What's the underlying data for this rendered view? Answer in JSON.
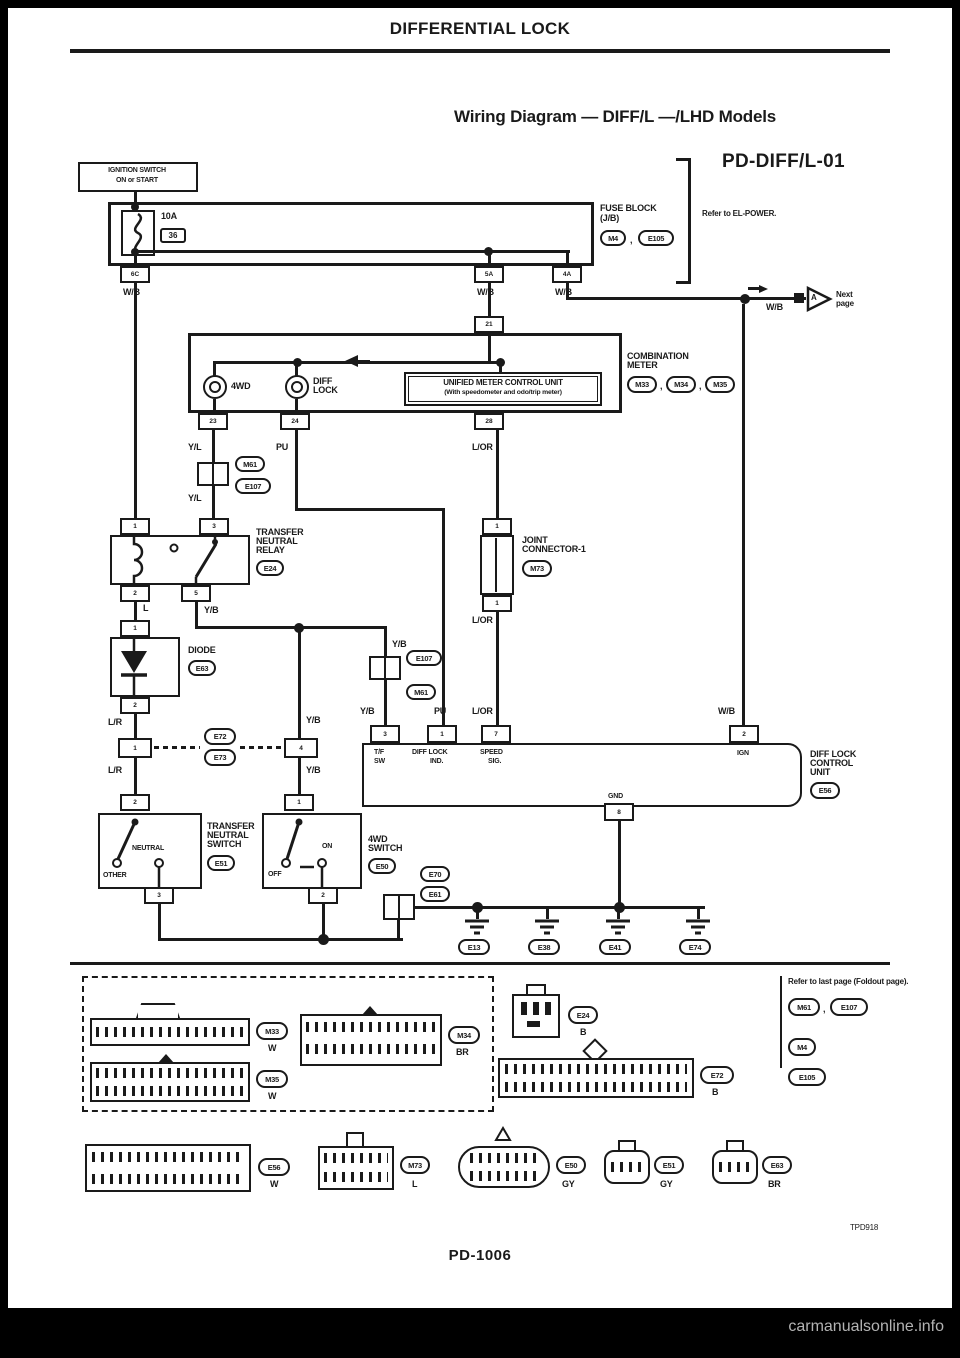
{
  "colors": {
    "ink": "#1a1a1a",
    "paper": "#ffffff",
    "surround": "#000000"
  },
  "sep": ",",
  "header": {
    "title": "DIFFERENTIAL LOCK",
    "subtitle": "Wiring Diagram — DIFF/L —/LHD Models",
    "diagram_id": "PD-DIFF/L-01"
  },
  "footer": {
    "page_number": "PD-1006",
    "figure_code": "TPD918",
    "watermark": "carmanualsonline.info"
  },
  "wires": {
    "wb": "W/B",
    "yl": "Y/L",
    "pu": "PU",
    "lor": "L/OR",
    "yb": "Y/B",
    "l": "L",
    "lr": "L/R"
  },
  "ignition": {
    "line1": "IGNITION SWITCH",
    "line2": "ON or START"
  },
  "fuse_block": {
    "name1": "FUSE BLOCK",
    "name2": "(J/B)",
    "rating": "10A",
    "fuse_no": "36",
    "conn_a": "M4",
    "conn_b": "E105",
    "refer": "Refer to EL-POWER.",
    "term_left": "6C",
    "term_mid": "5A",
    "term_right": "4A"
  },
  "next_page": {
    "letter": "A",
    "line1": "Next",
    "line2": "page"
  },
  "meter": {
    "name1": "COMBINATION",
    "name2": "METER",
    "conn_a": "M33",
    "conn_b": "M34",
    "conn_c": "M35",
    "lamp1": "4WD",
    "lamp2a": "DIFF",
    "lamp2b": "LOCK",
    "unified1": "UNIFIED METER CONTROL UNIT",
    "unified2": "(With speedometer and odo/trip meter)",
    "pin_top": "21",
    "pin_lamp1": "23",
    "pin_lamp2": "24",
    "pin_unified": "28"
  },
  "inline_a": {
    "top": "M61",
    "bottom": "E107"
  },
  "inline_b": {
    "top": "E107",
    "bottom": "M61"
  },
  "inline_c": {
    "top": "E70",
    "bottom": "E61"
  },
  "relay": {
    "name1": "TRANSFER",
    "name2": "NEUTRAL",
    "name3": "RELAY",
    "conn": "E24",
    "pin_tl": "1",
    "pin_tr": "3",
    "pin_bl": "2",
    "pin_bm": "5"
  },
  "diode": {
    "name": "DIODE",
    "conn": "E63",
    "pin_top": "1",
    "pin_bottom": "2"
  },
  "link": {
    "pin_left": "1",
    "pin_right": "4",
    "oval_top": "E72",
    "oval_bottom": "E73"
  },
  "joint": {
    "name1": "JOINT",
    "name2": "CONNECTOR-1",
    "conn": "M73",
    "pin_top": "1",
    "pin_bottom": "1"
  },
  "tns": {
    "name1": "TRANSFER",
    "name2": "NEUTRAL",
    "name3": "SWITCH",
    "conn": "E51",
    "pos_on": "NEUTRAL",
    "pos_off": "OTHER",
    "pin_top": "2",
    "pin_bottom": "3"
  },
  "fwd": {
    "name1": "4WD",
    "name2": "SWITCH",
    "conn": "E50",
    "pos_on": "ON",
    "pos_off": "OFF",
    "pin_top": "1",
    "pin_bottom": "2"
  },
  "unit": {
    "name1": "DIFF LOCK",
    "name2": "CONTROL",
    "name3": "UNIT",
    "conn": "E56",
    "tfsw1": "T/F",
    "tfsw2": "SW",
    "ind1": "DIFF LOCK",
    "ind2": "IND.",
    "speed1": "SPEED",
    "speed2": "SIG.",
    "ign": "IGN",
    "gnd": "GND",
    "pin_tfsw": "3",
    "pin_ind": "1",
    "pin_speed": "7",
    "pin_ign": "2",
    "pin_gnd": "8"
  },
  "grounds": [
    {
      "code": "E13"
    },
    {
      "code": "E38"
    },
    {
      "code": "E41"
    },
    {
      "code": "E74"
    }
  ],
  "refs": {
    "refer": "Refer to last page (Foldout page).",
    "r1a": "M61",
    "r1b": "E107",
    "r2": "M4",
    "r3": "E105"
  },
  "faces": {
    "f1": {
      "code": "M33",
      "color": "W"
    },
    "f2": {
      "code": "M34",
      "color": "BR"
    },
    "f3": {
      "code": "M35",
      "color": "W"
    },
    "f4": {
      "code": "E24",
      "color": "B"
    },
    "f5": {
      "code": "E72",
      "color": "B"
    },
    "f6": {
      "code": "E56",
      "color": "W"
    },
    "f7": {
      "code": "M73",
      "color": "L"
    },
    "f8": {
      "code": "E50",
      "color": "GY"
    },
    "f9": {
      "code": "E51",
      "color": "GY"
    },
    "f10": {
      "code": "E63",
      "color": "BR"
    }
  }
}
